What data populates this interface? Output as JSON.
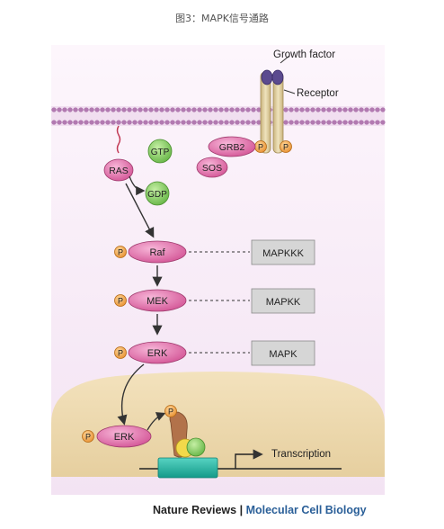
{
  "caption": "图3：MAPK信号通路",
  "labels": {
    "growth_factor": "Growth factor",
    "receptor": "Receptor",
    "gtp": "GTP",
    "gdp": "GDP",
    "ras": "RAS",
    "grb2": "GRB2",
    "sos": "SOS",
    "p": "P",
    "raf": "Raf",
    "mek": "MEK",
    "erk": "ERK",
    "mapkkk": "MAPKKK",
    "mapkk": "MAPKK",
    "mapk": "MAPK",
    "transcription": "Transcription"
  },
  "footer": {
    "journal_left": "Nature Reviews",
    "separator": " | ",
    "journal_right": "Molecular Cell Biology"
  },
  "colors": {
    "background": "#f7e9f6",
    "membrane_head": "#b27ab1",
    "protein": "#d9589a",
    "gtp_green": "#7cc95a",
    "phosphate": "#f2a23c",
    "kinase_box": "#d4d4d4",
    "nucleus": "#efdcb3",
    "dna": "#1fb5a3"
  }
}
